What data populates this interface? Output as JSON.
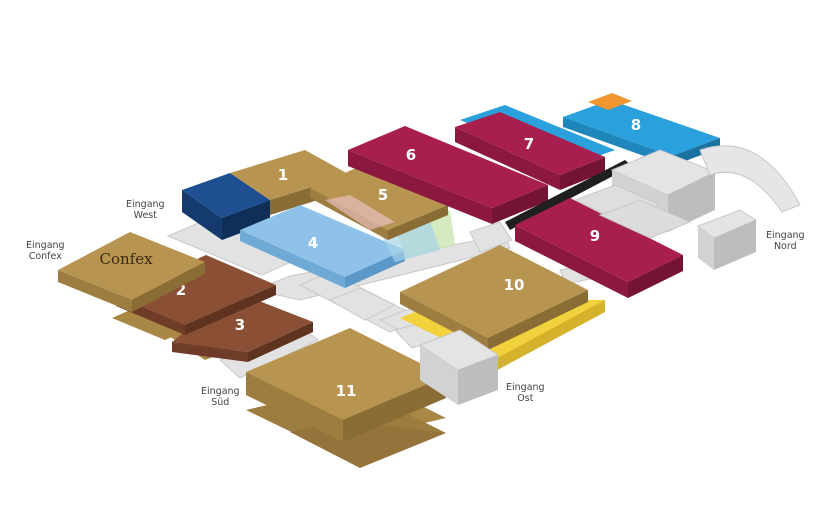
{
  "halls": [
    {
      "id": "1",
      "label": "1"
    },
    {
      "id": "2",
      "label": "2"
    },
    {
      "id": "3",
      "label": "3"
    },
    {
      "id": "4",
      "label": "4"
    },
    {
      "id": "5",
      "label": "5"
    },
    {
      "id": "6",
      "label": "6"
    },
    {
      "id": "7",
      "label": "7"
    },
    {
      "id": "8",
      "label": "8"
    },
    {
      "id": "9",
      "label": "9"
    },
    {
      "id": "10",
      "label": "10"
    },
    {
      "id": "11",
      "label": "11"
    },
    {
      "id": "confex",
      "label": "Confex"
    }
  ],
  "entrances": {
    "west": {
      "line1": "Eingang",
      "line2": "West"
    },
    "confex": {
      "line1": "Eingang",
      "line2": "Confex"
    },
    "sued": {
      "line1": "Eingang",
      "line2": "Süd"
    },
    "ost": {
      "line1": "Eingang",
      "line2": "Ost"
    },
    "nord": {
      "line1": "Eingang",
      "line2": "Nord"
    }
  },
  "colors": {
    "gold": "#b79551",
    "brown": "#8a4f35",
    "navy": "#1d4f91",
    "light_blue": "#8ec2e8",
    "crimson": "#a81e4f",
    "sky_blue": "#2aa0dc",
    "orange": "#f2962f",
    "yellow": "#f2d23c",
    "grey": "#dcdcdc"
  }
}
